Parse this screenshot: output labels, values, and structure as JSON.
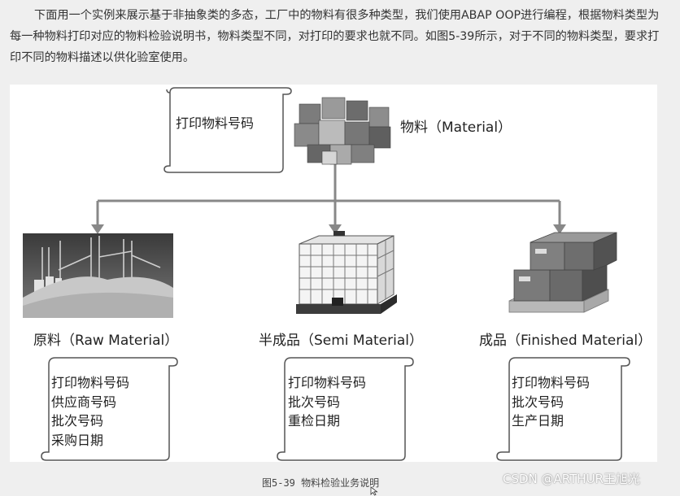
{
  "intro_text": "下面用一个实例来展示基于非抽象类的多态，工厂中的物料有很多种类型，我们使用ABAP OOP进行编程，根据物料类型为每一种物料打印对应的物料检验说明书，物料类型不同，对打印的要求也就不同。如图5-39所示，对于不同的物料类型，要求打印不同的物料描述以供化验室使用。",
  "top": {
    "scroll_lines": "打印物料号码",
    "label": "物料（Material）"
  },
  "branches": [
    {
      "label": "原料（Raw Material）",
      "scroll_lines": "打印物料号码\n供应商号码\n批次号码\n采购日期"
    },
    {
      "label": "半成品（Semi Material）",
      "scroll_lines": "打印物料号码\n批次号码\n重检日期"
    },
    {
      "label": "成品（Finished Material）",
      "scroll_lines": "打印物料号码\n批次号码\n生产日期"
    }
  ],
  "caption": "图5-39 物料检验业务说明",
  "watermark": "CSDN @ARTHUR王旭光"
}
